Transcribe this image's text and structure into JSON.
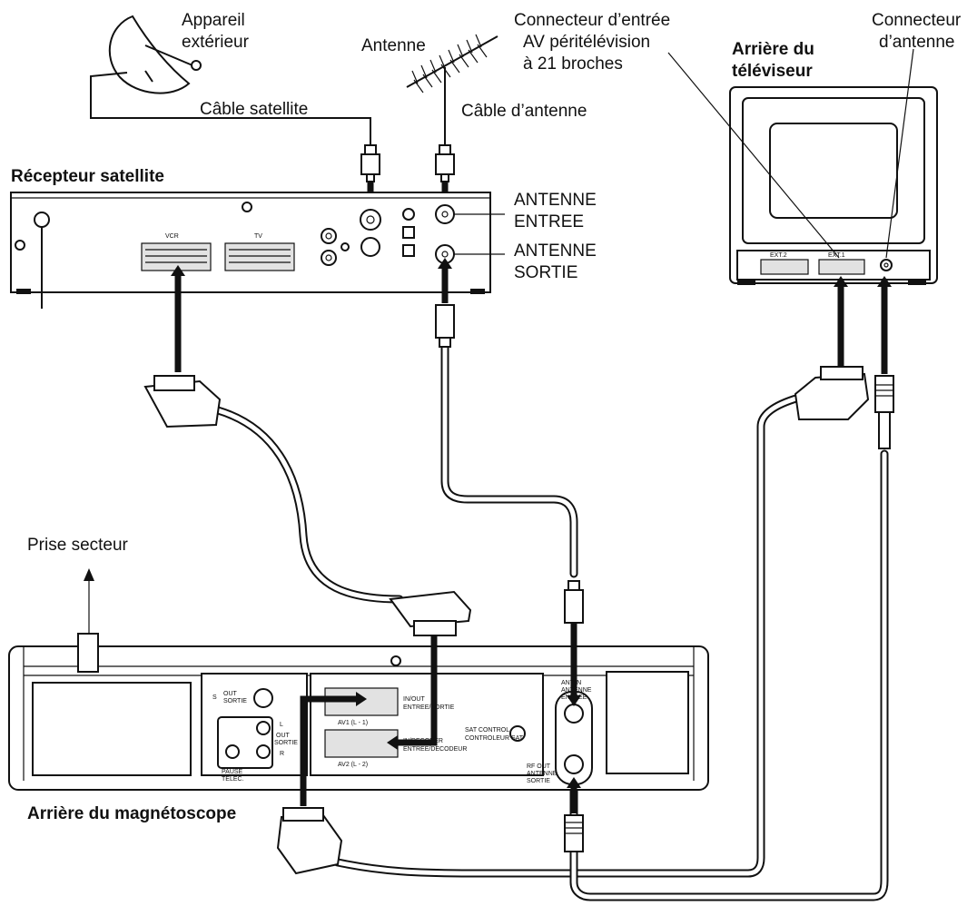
{
  "labels": {
    "outdoor_unit_1": "Appareil",
    "outdoor_unit_2": "extérieur",
    "antenna": "Antenne",
    "av_connector_1": "Connecteur d’entrée",
    "av_connector_2": "AV péritélévision",
    "av_connector_3": "à 21 broches",
    "antenna_connector_1": "Connecteur",
    "antenna_connector_2": "d’antenne",
    "satellite_cable": "Câble satellite",
    "antenna_cable": "Câble d’antenne",
    "tv_rear_1": "Arrière du",
    "tv_rear_2": "téléviseur",
    "satellite_receiver": "Récepteur satellite",
    "antenna_in_1": "ANTENNE",
    "antenna_in_2": "ENTREE",
    "antenna_out_1": "ANTENNE",
    "antenna_out_2": "SORTIE",
    "mains_outlet": "Prise secteur",
    "vcr_rear": "Arrière du magnétoscope"
  },
  "receiver_panel": {
    "vcr": "VCR",
    "tv": "TV"
  },
  "tv_panel": {
    "ext2": "EXT.2",
    "ext1": "EXT.1"
  },
  "vcr_panel": {
    "s": "S",
    "out": "OUT",
    "sortie": "SORTIE",
    "l": "L",
    "out_sortie_1": "OUT",
    "out_sortie_2": "SORTIE",
    "r": "R",
    "pause_1": "PAUSE",
    "pause_2": "TELEC.",
    "av1": "AV1 (L - 1)",
    "inout_1": "IN/OUT",
    "inout_2": "ENTREE/SORTIE",
    "av2": "AV2 (L - 2)",
    "decoder_1": "IN/DECODER",
    "decoder_2": "ENTREE/DECODEUR",
    "sat_1": "SAT CONTROL",
    "sat_2": "CONTROLEUR SAT",
    "ant_in_1": "ANT.IN",
    "ant_in_2": "ANTENNE",
    "ant_in_3": "ENTREE",
    "rf_out_1": "RF OUT",
    "rf_out_2": "ANTENNE",
    "rf_out_3": "SORTIE"
  }
}
